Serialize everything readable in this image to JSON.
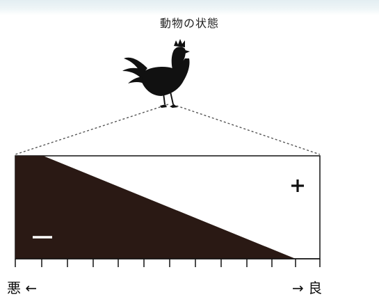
{
  "title": "動物の状態",
  "scale": {
    "left_label": "悪 ←",
    "right_label": "→ 良"
  },
  "signs": {
    "plus": "+",
    "minus": "−"
  },
  "icon": "rooster-icon",
  "colors": {
    "fill": "#2a1914",
    "line": "#111111",
    "dotted": "#555555"
  }
}
